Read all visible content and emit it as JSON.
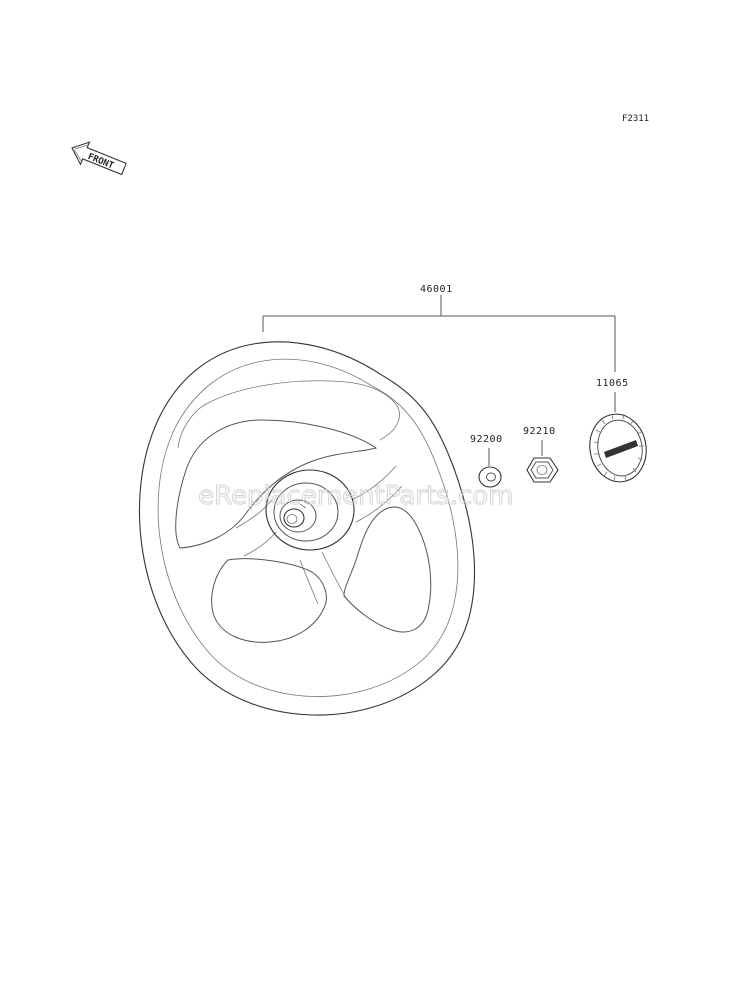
{
  "figure_code": "F2311",
  "front_indicator": "FRONT",
  "watermark": "eReplacementParts.com",
  "parts": {
    "wheel_assembly": "46001",
    "horn_cap": "11065",
    "washer": "92200",
    "nut": "92210"
  },
  "colors": {
    "line": "#555555",
    "text": "#222222",
    "watermark": "#cfcfcf"
  }
}
